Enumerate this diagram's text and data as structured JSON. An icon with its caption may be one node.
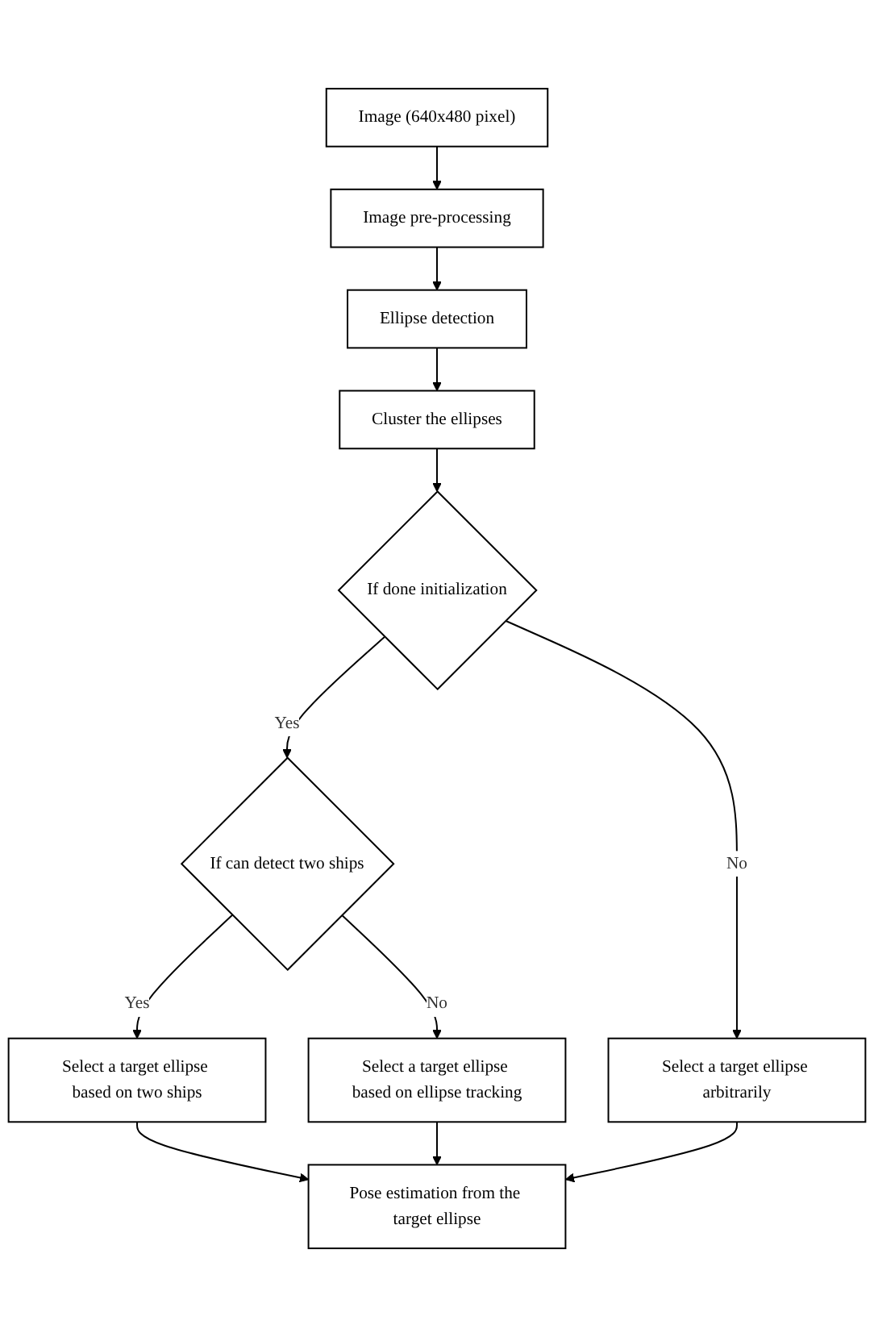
{
  "diagram": {
    "nodes": [
      {
        "text": [
          "Image (640x480 pixel)"
        ]
      },
      {
        "text": [
          "Image pre-processing"
        ]
      },
      {
        "text": [
          "Ellipse detection"
        ]
      },
      {
        "text": [
          "Cluster the ellipses"
        ]
      },
      {
        "text": [
          "If done initialization"
        ]
      },
      {
        "text": [
          "Select a target ellipse arbitrarily"
        ]
      },
      {
        "text": [
          "If can detect two ships"
        ]
      },
      {
        "text": [
          "Select a target ellipse based on ellipse tracking"
        ]
      },
      {
        "text": [
          "Select a target ellipse based on two ships"
        ]
      },
      {
        "text": [
          "Pose estimation from the target ellipse"
        ]
      }
    ],
    "edges": [
      {
        "from": 0,
        "to": 1,
        "arrow": "to"
      },
      {
        "from": 1,
        "to": 2,
        "arrow": "to"
      },
      {
        "from": 2,
        "to": 3,
        "arrow": "to"
      },
      {
        "from": 3,
        "to": 4,
        "arrow": "to"
      },
      {
        "from": 4,
        "to": 5,
        "arrow": "to",
        "label": "No"
      },
      {
        "from": 4,
        "to": 6,
        "arrow": "to",
        "label": "Yes"
      },
      {
        "from": 6,
        "to": 7,
        "arrow": "to",
        "label": "No"
      },
      {
        "from": 6,
        "to": 8,
        "arrow": "to",
        "label": "Yes"
      },
      {
        "from": 8,
        "to": 9,
        "arrow": "to"
      },
      {
        "from": 7,
        "to": 9,
        "arrow": "to"
      },
      {
        "from": 5,
        "to": 9,
        "arrow": "to"
      }
    ]
  }
}
